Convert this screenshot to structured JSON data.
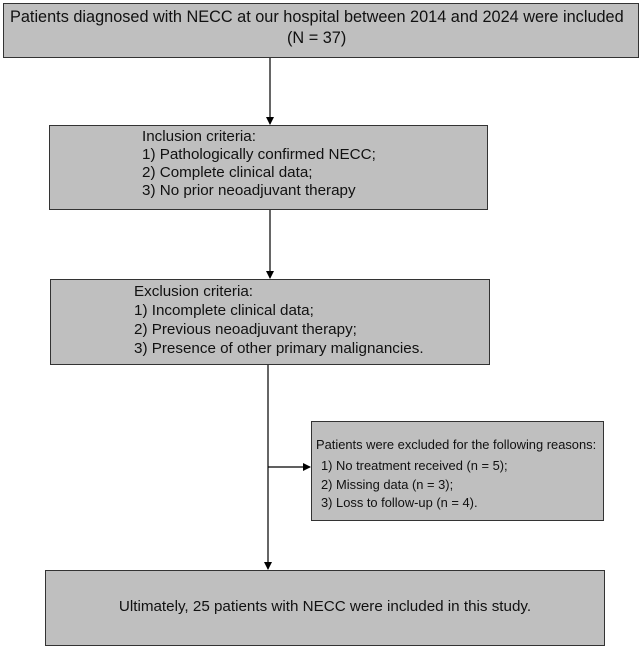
{
  "flowchart": {
    "top_box": {
      "line1": "Patients diagnosed with NECC at our hospital between 2014 and 2024 were included",
      "line2": "(N = 37)"
    },
    "inclusion_box": {
      "title": "Inclusion criteria:",
      "items": [
        "1) Pathologically confirmed NECC;",
        "2) Complete clinical data;",
        "3) No prior neoadjuvant therapy"
      ]
    },
    "exclusion_box": {
      "title": "Exclusion criteria:",
      "items": [
        "1) Incomplete clinical data;",
        "2) Previous neoadjuvant therapy;",
        "3) Presence of other primary malignancies."
      ]
    },
    "excluded_box": {
      "title": "Patients were excluded for the following reasons:",
      "items": [
        "1) No treatment received (n = 5);",
        "2) Missing data (n = 3);",
        "3) Loss to follow-up (n = 4)."
      ]
    },
    "final_box": {
      "text": "Ultimately, 25 patients with NECC were included in this study."
    }
  },
  "colors": {
    "box_fill": "#bfbfbf",
    "box_border": "#333333",
    "line": "#000000",
    "text": "#111111"
  }
}
